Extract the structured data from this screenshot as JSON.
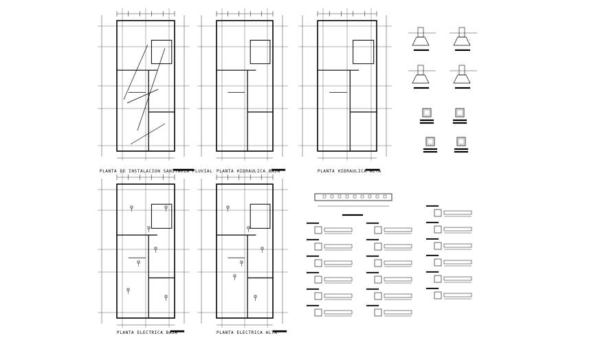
{
  "drawing": {
    "plans": [
      {
        "id": "pluvial",
        "title": "PLANTA DE INSTALACION SANITARIA PLUVIAL"
      },
      {
        "id": "hidraulica-baja",
        "title": "PLANTA HIDRAULICA BAJA"
      },
      {
        "id": "hidraulica-alta",
        "title": "PLANTA HIDRAULICA ALTA"
      },
      {
        "id": "electrica-baja",
        "title": "PLANTA ELECTRICA BAJA"
      },
      {
        "id": "electrica-alta",
        "title": "PLANTA ELECTRICA ALTA"
      }
    ],
    "colors": {
      "ink": "#000000",
      "paper": "#ffffff"
    }
  }
}
